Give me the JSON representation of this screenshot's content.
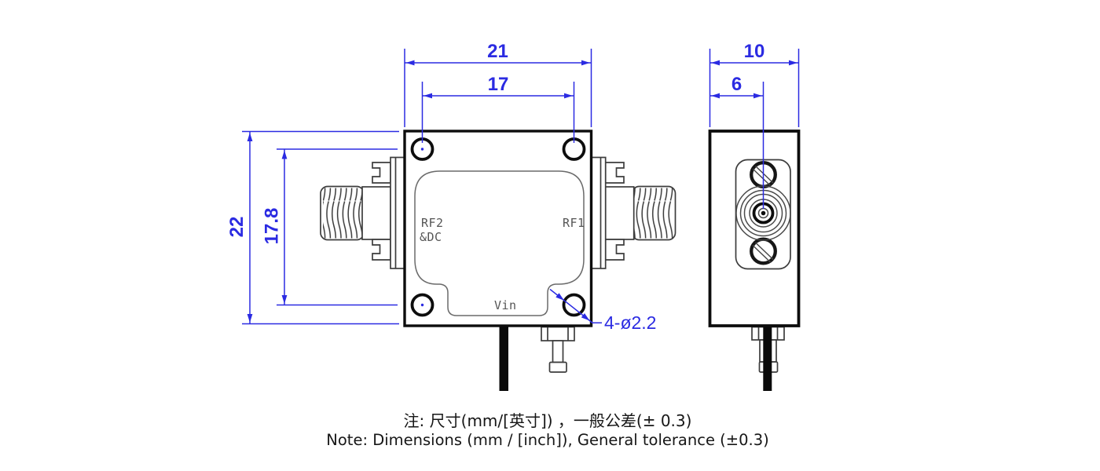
{
  "drawing": {
    "front_view": {
      "port_labels": {
        "rf2": "RF2",
        "rf2_dc": "&DC",
        "rf1": "RF1",
        "vin": "Vin"
      },
      "dimensions": {
        "overall_width": "21",
        "hole_spacing_horizontal": "17",
        "overall_height": "22",
        "hole_spacing_vertical": "17.8",
        "mounting_holes": "4-ø2.2"
      }
    },
    "side_view": {
      "dimensions": {
        "overall_depth": "10",
        "connector_center_offset": "6"
      }
    },
    "notes": {
      "line1_zh": "注: 尺寸(mm/[英寸]) ，一般公差(± 0.3)",
      "line2_en": "Note: Dimensions (mm / [inch]), General tolerance (±0.3)"
    },
    "colors": {
      "dimension_blue": "#2b2be2",
      "outline_black": "#0d0d0d",
      "detail_gray": "#444444",
      "background": "#ffffff"
    }
  }
}
